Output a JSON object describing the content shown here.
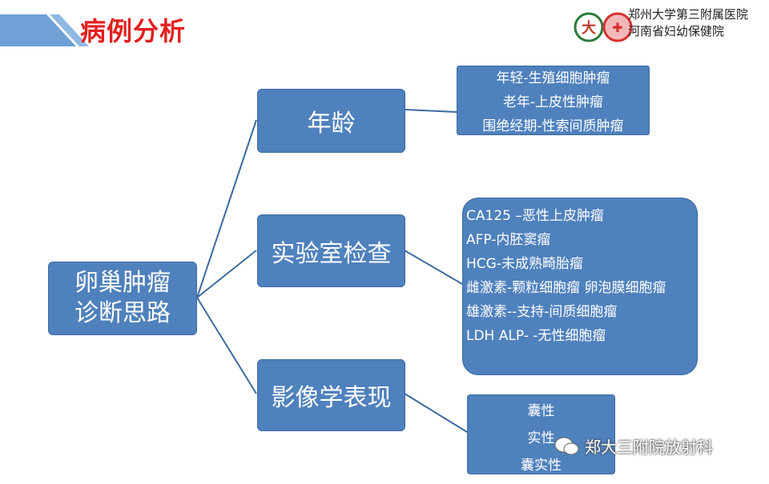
{
  "header": {
    "title": "病例分析",
    "logo_lines": [
      "郑州大学第三附属医院",
      "河南省妇幼保健院"
    ]
  },
  "root": {
    "lines": [
      "卵巢肿瘤",
      "诊断思路"
    ]
  },
  "branches": [
    {
      "label": "年龄",
      "details": [
        "年轻-生殖细胞肿瘤",
        "老年-上皮性肿瘤",
        "围绝经期-性索间质肿瘤"
      ]
    },
    {
      "label": "实验室检查",
      "details": [
        "CA125 –恶性上皮肿瘤",
        "AFP-内胚窦瘤",
        "HCG-未成熟畸胎瘤",
        "雌激素-颗粒细胞瘤 卵泡膜细胞瘤",
        "雄激素--支持-间质细胞瘤",
        "LDH ALP- -无性细胞瘤"
      ]
    },
    {
      "label": "影像学表现",
      "details": [
        "囊性",
        "实性",
        "囊实性"
      ]
    }
  ],
  "watermark": "郑大三附院放射科",
  "colors": {
    "box": "#4f81bd",
    "title": "#e32020"
  }
}
